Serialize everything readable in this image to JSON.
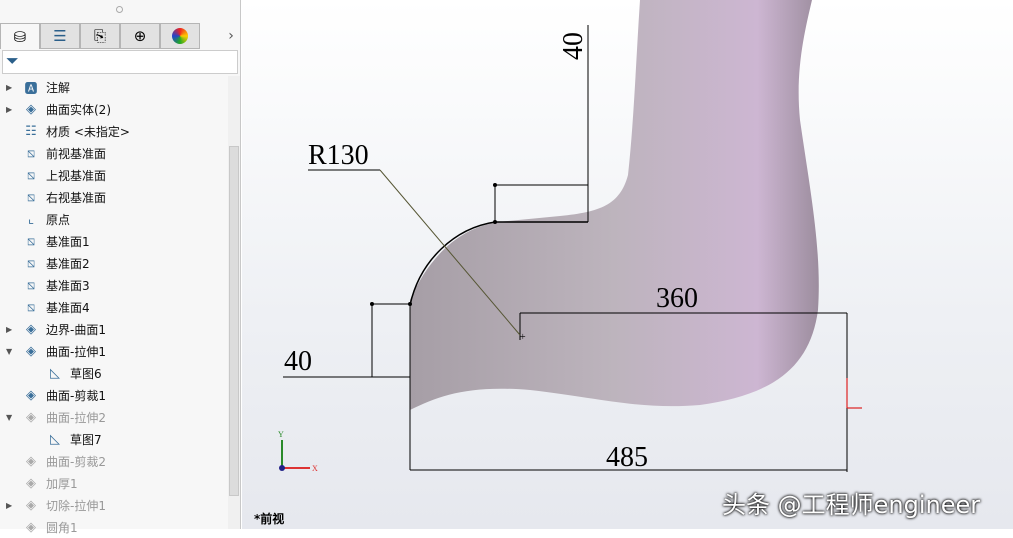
{
  "tabs": [
    {
      "icon": "feature-manager-icon"
    },
    {
      "icon": "property-manager-icon"
    },
    {
      "icon": "configuration-manager-icon"
    },
    {
      "icon": "dimxpert-icon"
    },
    {
      "icon": "display-manager-icon"
    }
  ],
  "tree": [
    {
      "label": "注解",
      "icon": "annotations-icon",
      "expand": "▶",
      "indent": 0
    },
    {
      "label": "曲面实体(2)",
      "icon": "surface-bodies-icon",
      "expand": "▶",
      "indent": 0
    },
    {
      "label": "材质 <未指定>",
      "icon": "material-icon",
      "expand": "",
      "indent": 0
    },
    {
      "label": "前视基准面",
      "icon": "plane-icon",
      "expand": "",
      "indent": 0
    },
    {
      "label": "上视基准面",
      "icon": "plane-icon",
      "expand": "",
      "indent": 0
    },
    {
      "label": "右视基准面",
      "icon": "plane-icon",
      "expand": "",
      "indent": 0
    },
    {
      "label": "原点",
      "icon": "origin-icon",
      "expand": "",
      "indent": 0
    },
    {
      "label": "基准面1",
      "icon": "plane-icon",
      "expand": "",
      "indent": 0
    },
    {
      "label": "基准面2",
      "icon": "plane-icon",
      "expand": "",
      "indent": 0
    },
    {
      "label": "基准面3",
      "icon": "plane-icon",
      "expand": "",
      "indent": 0
    },
    {
      "label": "基准面4",
      "icon": "plane-icon",
      "expand": "",
      "indent": 0
    },
    {
      "label": "边界-曲面1",
      "icon": "boundary-surface-icon",
      "expand": "▶",
      "indent": 0
    },
    {
      "label": "曲面-拉伸1",
      "icon": "extruded-surface-icon",
      "expand": "▼",
      "indent": 0
    },
    {
      "label": "草图6",
      "icon": "sketch-icon",
      "expand": "",
      "indent": 1
    },
    {
      "label": "曲面-剪裁1",
      "icon": "trim-surface-icon",
      "expand": "",
      "indent": 0
    },
    {
      "label": "曲面-拉伸2",
      "icon": "extruded-surface-icon",
      "expand": "▼",
      "indent": 0,
      "dim": true
    },
    {
      "label": "草图7",
      "icon": "sketch-icon",
      "expand": "",
      "indent": 1
    },
    {
      "label": "曲面-剪裁2",
      "icon": "trim-surface-icon",
      "expand": "",
      "indent": 0,
      "dim": true
    },
    {
      "label": "加厚1",
      "icon": "thicken-icon",
      "expand": "",
      "indent": 0,
      "dim": true
    },
    {
      "label": "切除-拉伸1",
      "icon": "cut-extrude-icon",
      "expand": "▶",
      "indent": 0,
      "dim": true
    },
    {
      "label": "圆角1",
      "icon": "fillet-icon",
      "expand": "",
      "indent": 0,
      "dim": true
    }
  ],
  "dims": {
    "top40": "40",
    "r130": "R130",
    "d360": "360",
    "left40": "40",
    "d485": "485"
  },
  "triad": {
    "y": "Y",
    "x": "X"
  },
  "view_name": "*前视",
  "watermark": "头条 @工程师engineer"
}
